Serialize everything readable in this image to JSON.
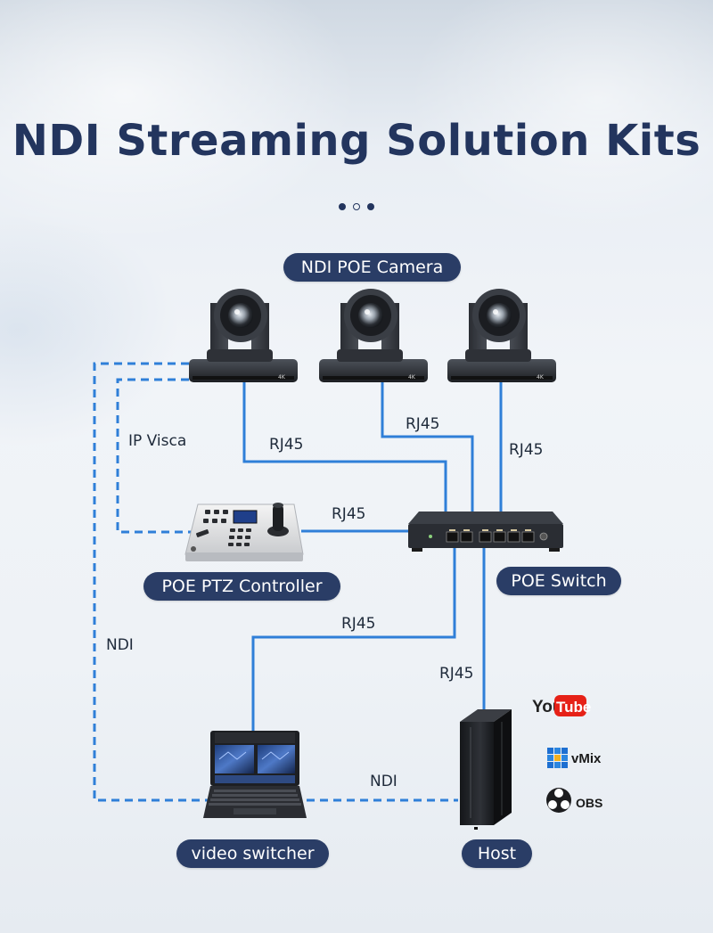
{
  "title": "NDI Streaming Solution Kits",
  "labels": {
    "camera": "NDI POE Camera",
    "controller": "POE PTZ Controller",
    "switch": "POE Switch",
    "video_switcher": "video switcher",
    "host": "Host"
  },
  "connections": {
    "rj45_cam1": "RJ45",
    "rj45_cam2": "RJ45",
    "rj45_cam3": "RJ45",
    "rj45_controller": "RJ45",
    "rj45_video_switcher": "RJ45",
    "rj45_host": "RJ45",
    "ip_visca": "IP Visca",
    "ndi_left": "NDI",
    "ndi_bottom": "NDI"
  },
  "camera_badge": "4K",
  "software": {
    "youtube_you": "You",
    "youtube_tube": "Tube",
    "vmix": "vMix",
    "obs": "OBS"
  },
  "colors": {
    "title": "#23355e",
    "pill": "#2a3d66",
    "line": "#2f7fd8",
    "youtube_red": "#e62117"
  }
}
